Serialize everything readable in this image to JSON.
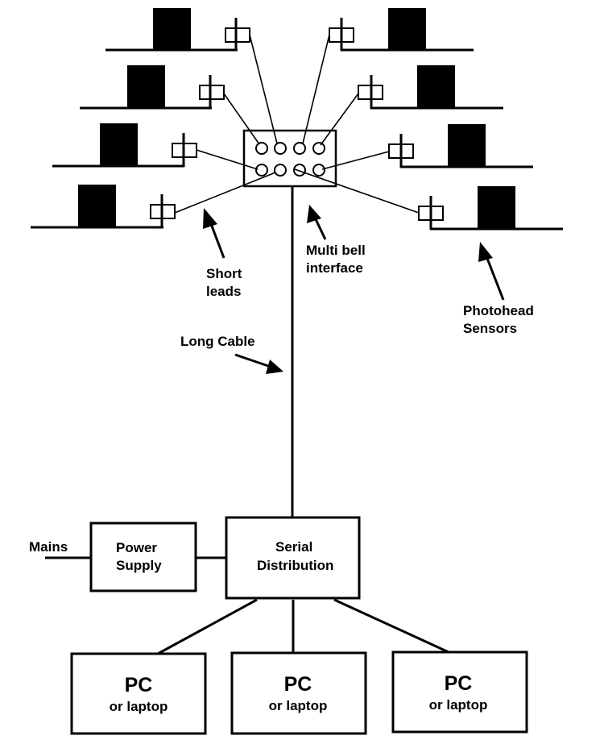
{
  "title": "Bell ringing photohead sensor network",
  "colors": {
    "ink": "#000000",
    "background": "#ffffff"
  },
  "labels": {
    "short_leads": [
      "Short",
      "leads"
    ],
    "multi_bell_interface": [
      "Multi bell",
      "interface"
    ],
    "photohead_sensors": [
      "Photohead",
      "Sensors"
    ],
    "long_cable": "Long Cable",
    "mains": "Mains",
    "power_supply": [
      "Power",
      "Supply"
    ],
    "serial_distribution": [
      "Serial",
      "Distribution"
    ]
  },
  "computers": [
    {
      "title": "PC",
      "subtitle": "or laptop"
    },
    {
      "title": "PC",
      "subtitle": "or laptop"
    },
    {
      "title": "PC",
      "subtitle": "or laptop"
    }
  ],
  "bells": {
    "left_count": 4,
    "right_count": 4
  },
  "interface_sockets": 8
}
